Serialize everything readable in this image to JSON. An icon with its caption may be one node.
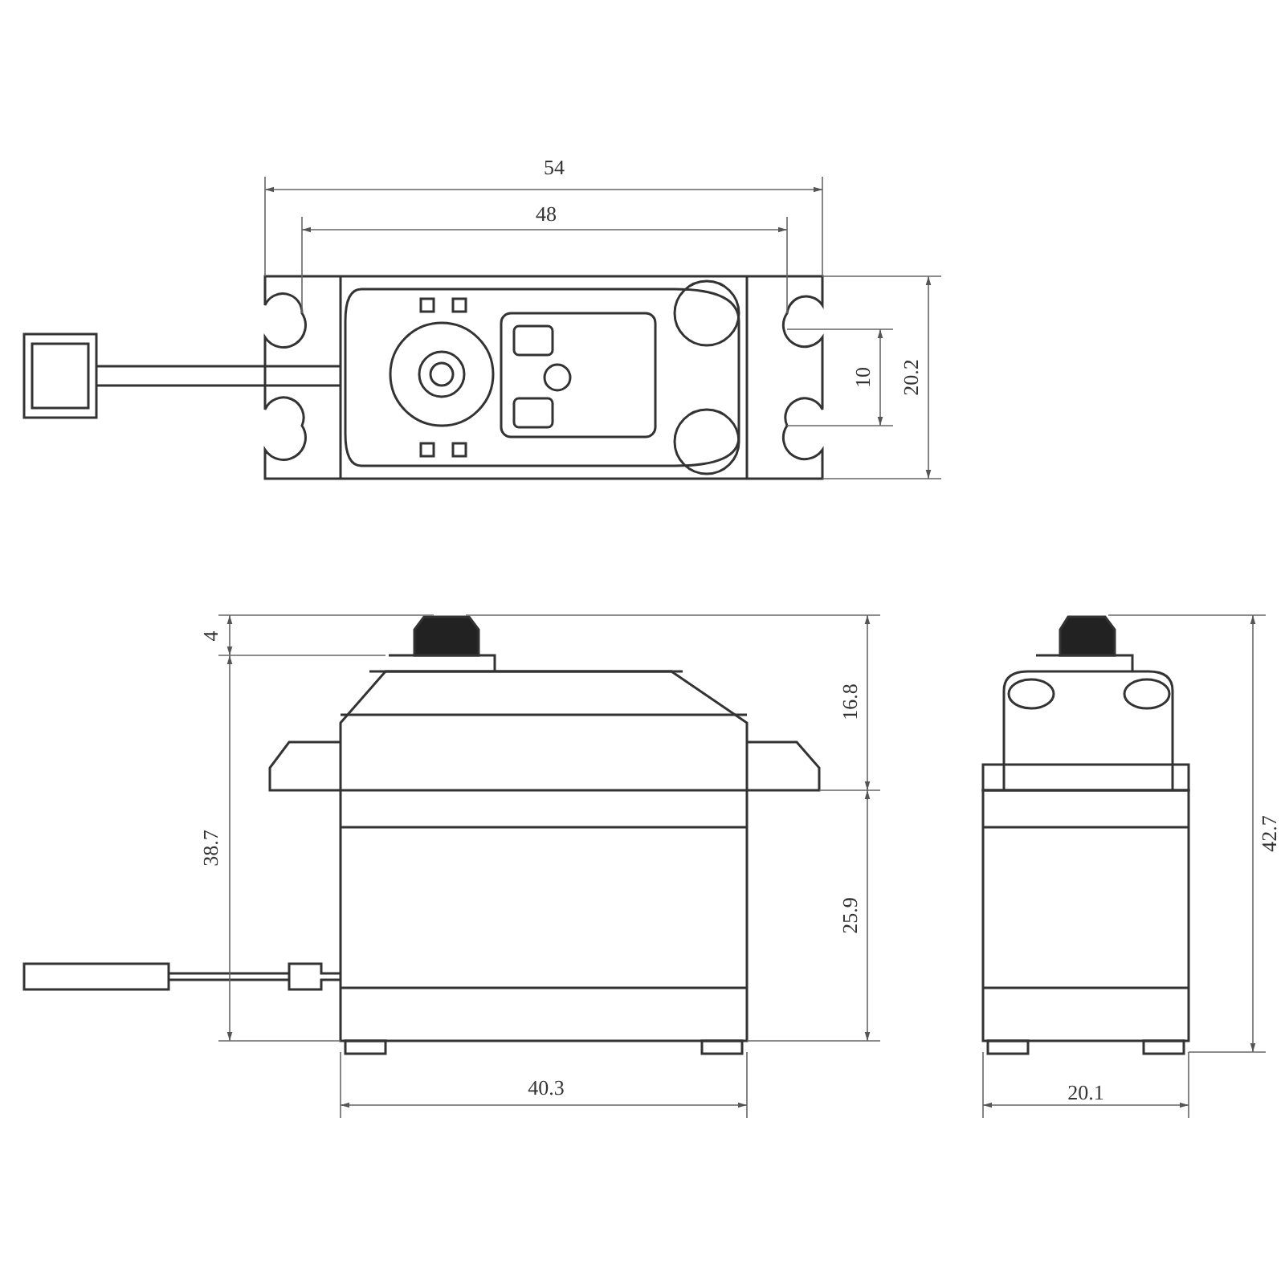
{
  "diagram": {
    "labels": [
      "54",
      "48",
      "10",
      "20.2",
      "4",
      "16.8",
      "38.7",
      "25.9",
      "42.7",
      "40.3",
      "20.1"
    ]
  }
}
